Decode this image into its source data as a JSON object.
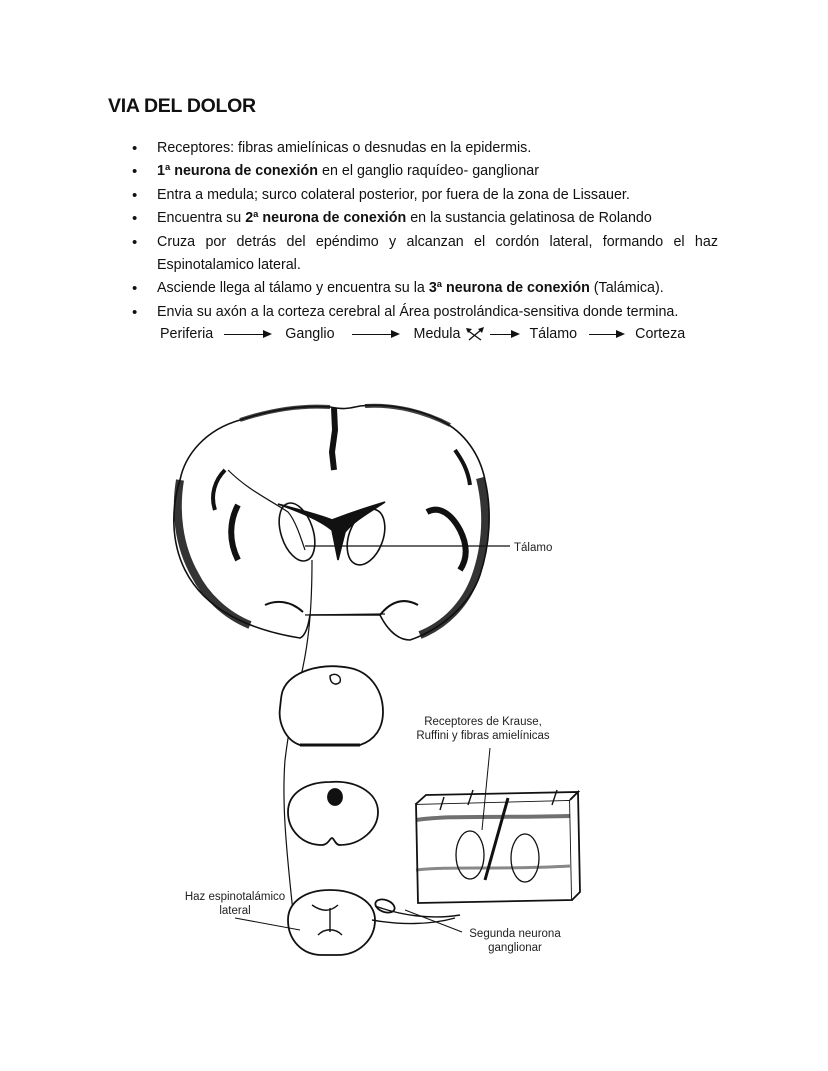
{
  "document": {
    "title": "VIA DEL DOLOR",
    "bullets": [
      {
        "parts": [
          {
            "text": "Receptores: fibras amielínicas o desnudas en la epidermis.",
            "bold": false
          }
        ]
      },
      {
        "parts": [
          {
            "text": "1ª neurona de conexión",
            "bold": true
          },
          {
            "text": " en el  ganglio raquídeo- ganglionar",
            "bold": false
          }
        ]
      },
      {
        "parts": [
          {
            "text": "Entra a medula; surco colateral posterior, por fuera de la zona de Lissauer.",
            "bold": false
          }
        ]
      },
      {
        "parts": [
          {
            "text": "Encuentra su ",
            "bold": false
          },
          {
            "text": "2ª neurona de conexión",
            "bold": true
          },
          {
            "text": " en la  sustancia gelatinosa de Rolando",
            "bold": false
          }
        ]
      },
      {
        "parts": [
          {
            "text": "Cruza por detrás del epéndimo y alcanzan el cordón lateral, formando el haz Espinotalamico lateral.",
            "bold": false
          }
        ]
      },
      {
        "parts": [
          {
            "text": "Asciende llega al tálamo y  encuentra su la ",
            "bold": false
          },
          {
            "text": "3ª neurona de conexión",
            "bold": true
          },
          {
            "text": " (Talámica).",
            "bold": false
          }
        ]
      },
      {
        "parts": [
          {
            "text": "Envia su axón a la corteza cerebral al  Área postrolándica-sensitiva donde termina.",
            "bold": false
          }
        ]
      }
    ],
    "flow": {
      "steps": [
        "Periferia",
        "Ganglio",
        "Medula",
        "Tálamo",
        "Corteza"
      ],
      "crossing_icon_after": "Medula"
    }
  },
  "diagram": {
    "labels": {
      "thalamus": "Tálamo",
      "receptors_line1": "Receptores de Krause,",
      "receptors_line2": "Ruffini y fibras amielínicas",
      "tract_line1": "Haz espinotalámico",
      "tract_line2": "lateral",
      "neuron_line1": "Segunda neurona",
      "neuron_line2": "ganglionar"
    }
  }
}
